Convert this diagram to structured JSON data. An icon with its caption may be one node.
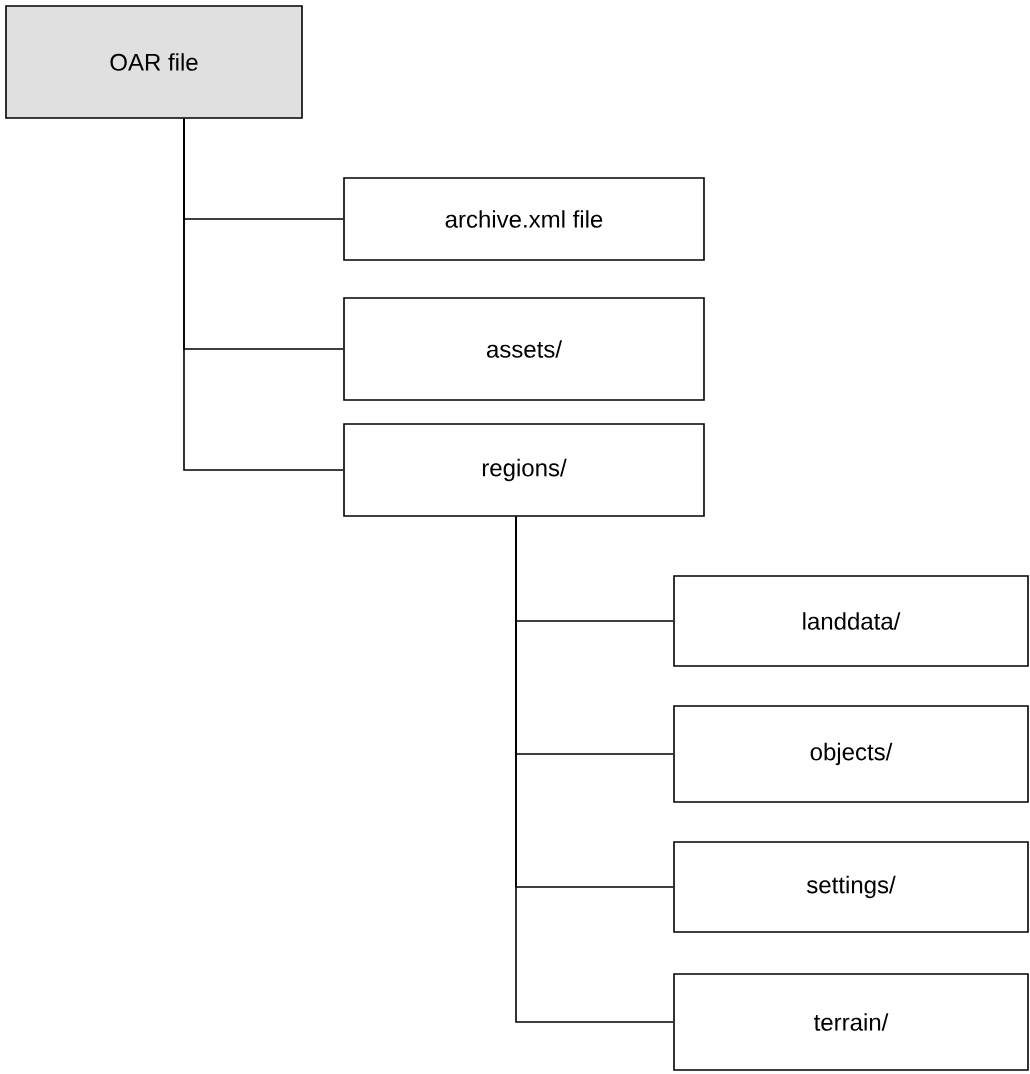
{
  "diagram": {
    "nodes": [
      {
        "text": [
          "OAR file"
        ]
      },
      {
        "text": [
          "archive.xml file"
        ]
      },
      {
        "text": [
          "assets/"
        ]
      },
      {
        "text": [
          "regions/"
        ]
      },
      {
        "text": [
          "landdata/"
        ]
      },
      {
        "text": [
          "objects/"
        ]
      },
      {
        "text": [
          "settings/"
        ]
      },
      {
        "text": [
          "terrain/"
        ]
      }
    ],
    "edges": [
      {
        "from": 0,
        "to": 1,
        "arrow": "none"
      },
      {
        "from": 0,
        "to": 2,
        "arrow": "none"
      },
      {
        "from": 0,
        "to": 3,
        "arrow": "none"
      },
      {
        "from": 3,
        "to": 4,
        "arrow": "none"
      },
      {
        "from": 3,
        "to": 5,
        "arrow": "none"
      },
      {
        "from": 3,
        "to": 6,
        "arrow": "none"
      },
      {
        "from": 3,
        "to": 7,
        "arrow": "none"
      }
    ]
  }
}
